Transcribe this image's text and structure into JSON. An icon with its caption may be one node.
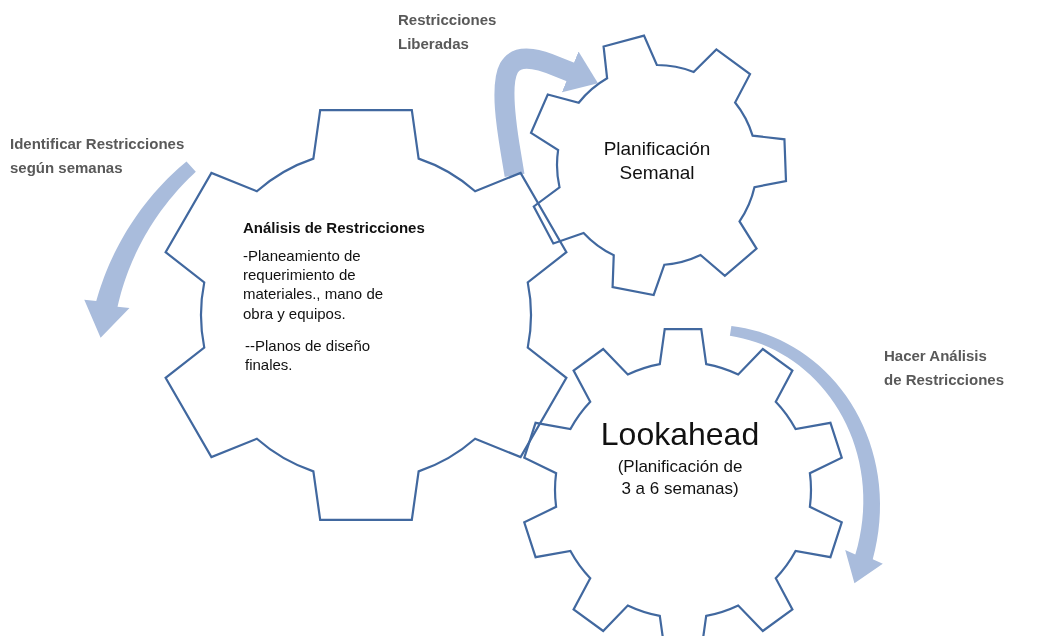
{
  "diagram": {
    "nodes": [
      {
        "text": [
          "Análisis de Restricciones",
          "-Planeamiento de requerimiento de materiales., mano de obra y equipos.",
          "--Planos de diseño finales."
        ]
      },
      {
        "text": [
          "Planificación Semanal"
        ]
      },
      {
        "text": [
          "Lookahead",
          "(Planificación de 3 a 6 semanas)"
        ]
      }
    ],
    "edges": [
      {
        "from": 0,
        "to": 1,
        "arrow": "to",
        "label": "Restricciones Liberadas"
      }
    ],
    "labels": [
      "Identificar Restricciones según semanas",
      "Hacer Análisis de Restricciones"
    ]
  }
}
